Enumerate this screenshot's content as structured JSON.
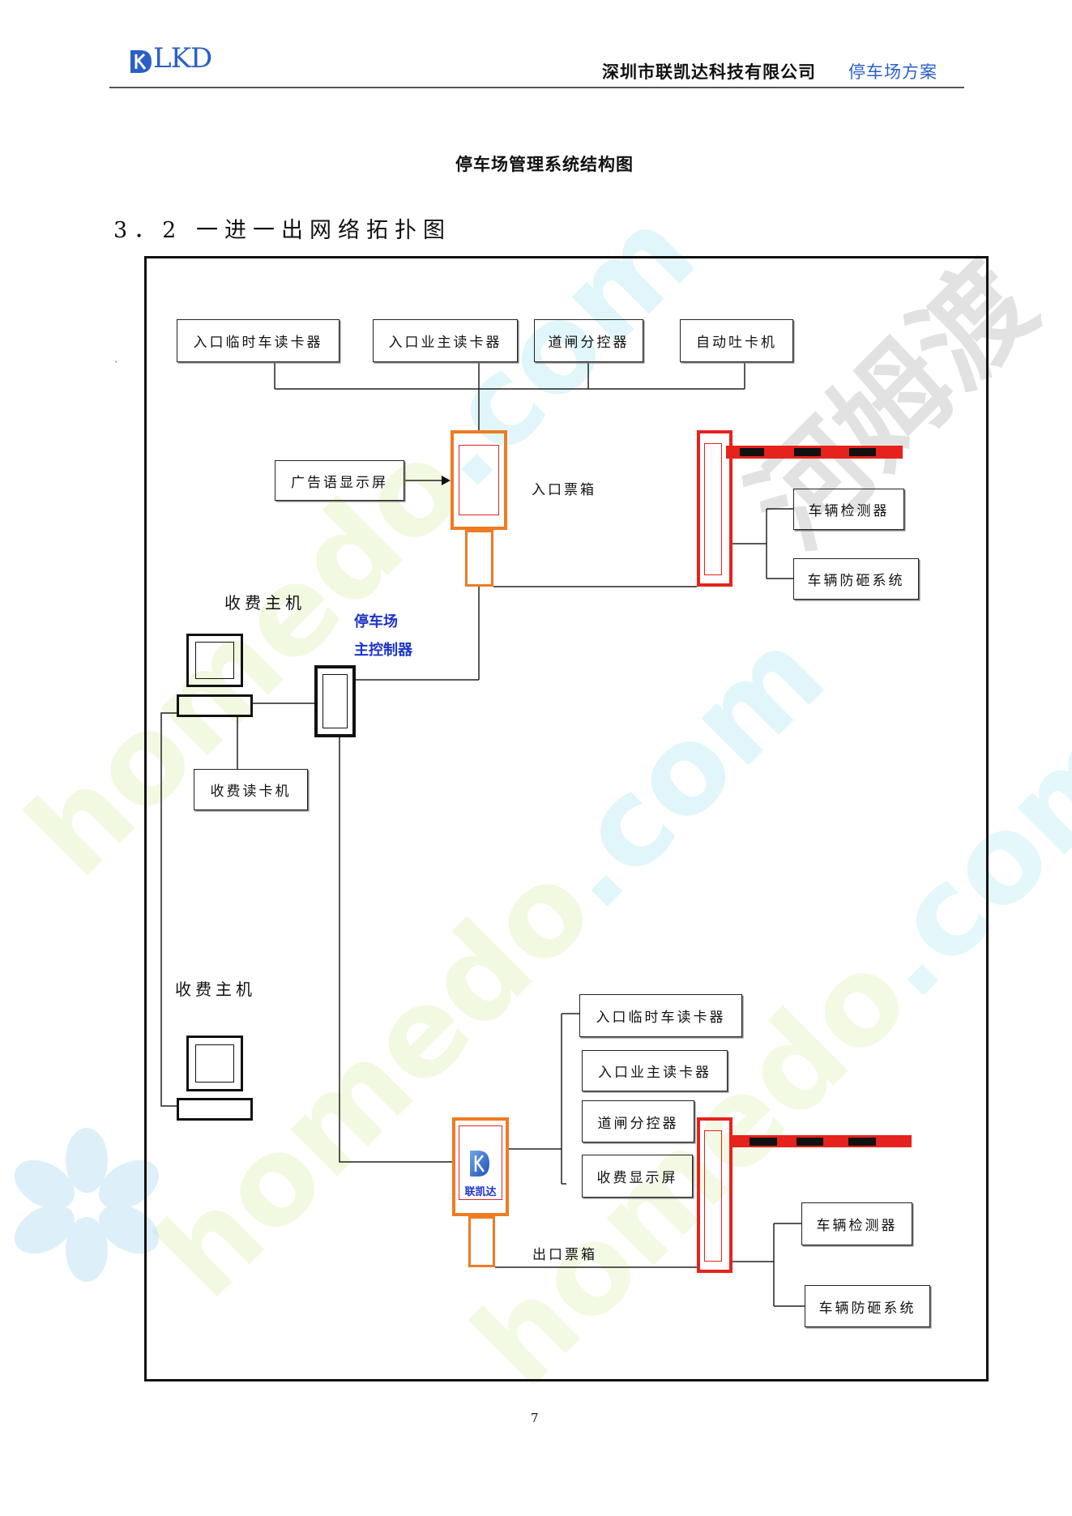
{
  "header": {
    "logo_text": "LKD",
    "company": "深圳市联凯达科技有限公司",
    "doc_title": "停车场方案"
  },
  "page_title": "停车场管理系统结构图",
  "section_heading": "3．2 一进一出网络拓扑图",
  "stray_mark": "`",
  "diagram": {
    "entrance": {
      "reader_temp": "入口临时车读卡器",
      "reader_owner": "入口业主读卡器",
      "gate_controller": "道闸分控器",
      "card_dispenser": "自动吐卡机",
      "ad_display": "广告语显示屏",
      "ticket_box_label": "入口票箱",
      "vehicle_detector": "车辆检测器",
      "anti_smash": "车辆防砸系统"
    },
    "toll_host_label_top": "收费主机",
    "main_controller_label_line1": "停车场",
    "main_controller_label_line2": "主控制器",
    "toll_card_reader": "收费读卡机",
    "toll_host_label_bottom": "收费主机",
    "exit": {
      "reader_temp": "入口临时车读卡器",
      "reader_owner": "入口业主读卡器",
      "gate_controller": "道闸分控器",
      "toll_display": "收费显示屏",
      "ticket_box_label": "出口票箱",
      "logo_text": "联凯达",
      "vehicle_detector": "车辆检测器",
      "anti_smash": "车辆防砸系统"
    }
  },
  "page_number": "7",
  "watermark": {
    "text_main": "homedo",
    "text_suffix": ".com",
    "brand": "河姆渡"
  },
  "icons": {
    "header_logo": "lkd-logo-icon",
    "exit_box_logo": "lkd-logo-icon",
    "computer": "computer-monitor-icon",
    "watermark_logo": "flower-logo-icon"
  },
  "colors": {
    "brand_blue": "#2b5fc7",
    "controller_label_blue": "#1c34c8",
    "ticket_box_orange": "#ef7b22",
    "ticket_box_inner_red": "#e0262b",
    "barrier_red": "#e6221c",
    "barrier_stripe": "#111111",
    "line": "#222222"
  }
}
